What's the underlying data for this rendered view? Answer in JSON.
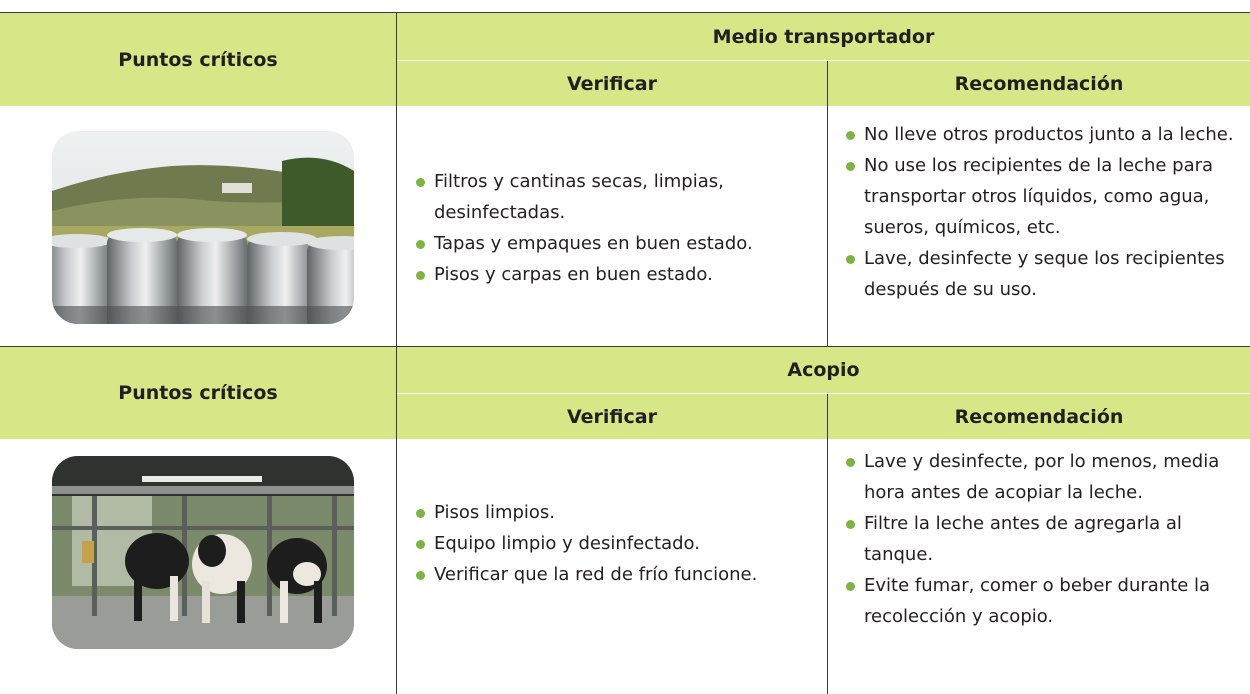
{
  "sections": [
    {
      "left_header": "Puntos críticos",
      "category": "Medio transportador",
      "col_verify": "Verificar",
      "col_recommend": "Recomendación",
      "photo_icon": "milk-cans-photo",
      "verify": [
        "Filtros y cantinas secas, limpias, desinfectadas.",
        "Tapas y empaques en buen estado.",
        "Pisos y carpas en buen estado."
      ],
      "recommend": [
        "No lleve otros productos junto a la leche.",
        "No use los recipientes de la leche para transportar otros líquidos, como agua, sueros, químicos, etc.",
        "Lave, desinfecte y seque los recipientes después de su uso."
      ]
    },
    {
      "left_header": "Puntos críticos",
      "category": "Acopio",
      "col_verify": "Verificar",
      "col_recommend": "Recomendación",
      "photo_icon": "milking-parlor-photo",
      "verify": [
        "Pisos limpios.",
        "Equipo limpio y desinfectado.",
        "Verificar que la red de frío funcione."
      ],
      "recommend": [
        "Lave y desinfecte, por lo menos, media hora antes de acopiar la leche.",
        "Filtre la leche antes de agregarla al tanque.",
        "Evite fumar, comer o beber durante la recolección y acopio."
      ]
    }
  ],
  "colors": {
    "header_bg": "#d7e787",
    "bullet": "#7cb342",
    "rule": "#3a3a3a"
  }
}
